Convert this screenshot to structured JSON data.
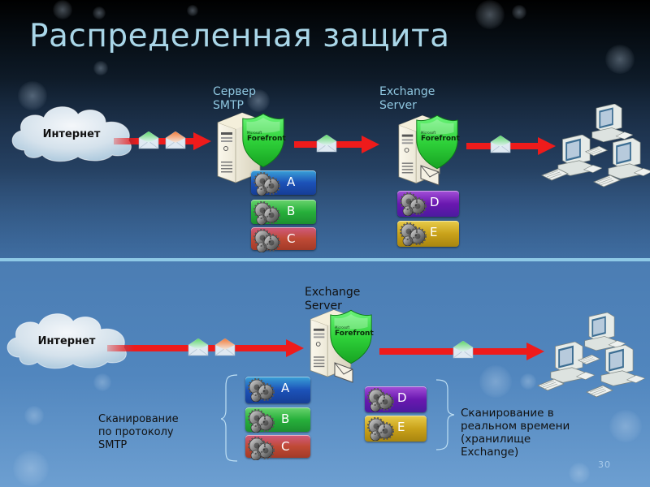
{
  "slide": {
    "title": "Распределенная защита",
    "page_number": "30"
  },
  "colors": {
    "title_text": "#a9d6e8",
    "arrow": "#ee1b1b",
    "divider": "#8ec9e6",
    "shield": "#2fd23a",
    "scan_a": "#1c52b8",
    "scan_b": "#27b03b",
    "scan_c": "#c04a36",
    "scan_d": "#6a18b0",
    "scan_e": "#c9a21a"
  },
  "top_diagram": {
    "cloud_label": "Интернет",
    "smtp_server_label_line1": "Сервер",
    "smtp_server_label_line2": "SMTP",
    "exchange_server_label_line1": "Exchange",
    "exchange_server_label_line2": "Server",
    "shield_brand": "Forefront",
    "shield_maker": "Microsoft",
    "smtp_scanners": [
      "A",
      "B",
      "C"
    ],
    "exchange_scanners": [
      "D",
      "E"
    ]
  },
  "bottom_diagram": {
    "cloud_label": "Интернет",
    "exchange_server_label_line1": "Exchange",
    "exchange_server_label_line2": "Server",
    "shield_brand": "Forefront",
    "shield_maker": "Microsoft",
    "smtp_scanners": [
      "A",
      "B",
      "C"
    ],
    "exchange_scanners": [
      "D",
      "E"
    ],
    "smtp_scan_desc": [
      "Сканирование",
      "по протоколу",
      "SMTP"
    ],
    "realtime_scan_desc": [
      "Сканирование в",
      "реальном времени",
      "(хранилище",
      "Exchange)"
    ]
  }
}
